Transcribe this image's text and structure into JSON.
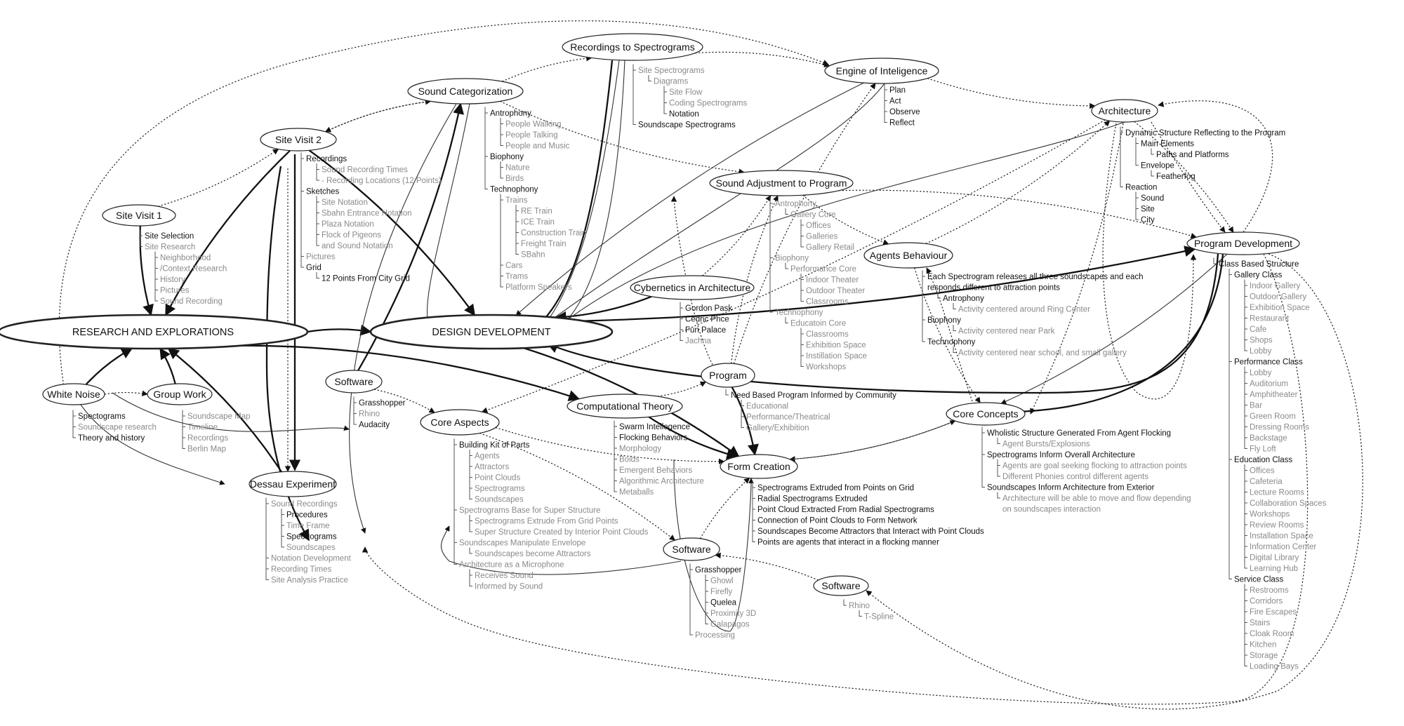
{
  "nodes": {
    "research": "RESEARCH AND EXPLORATIONS",
    "design": "DESIGN DEVELOPMENT",
    "site_visit_1": "Site Visit 1",
    "site_visit_2": "Site Visit 2",
    "sound_categorization": "Sound Categorization",
    "recordings_to_spectrograms": "Recordings to Spectrograms",
    "engine_of_inteligence": "Engine of Inteligence",
    "architecture": "Architecture",
    "sound_adjustment": "Sound Adjustment to Program",
    "agents_behaviour": "Agents Behaviour",
    "program_development": "Program Development",
    "cybernetics": "Cybernetics in Architecture",
    "white_noise": "White Noise",
    "group_work": "Group Work",
    "software_1": "Software",
    "core_aspects": "Core Aspects",
    "computational_theory": "Computational Theory",
    "program": "Program",
    "core_concepts": "Core Concepts",
    "form_creation": "Form Creation",
    "dessau_experiment": "Dessau Experiment",
    "software_2": "Software",
    "software_3": "Software"
  },
  "blocks": {
    "site_visit_1": [
      {
        "t": "Site Selection",
        "c": "dk",
        "d": 0
      },
      {
        "t": "Site Research",
        "c": "gr",
        "d": 0
      },
      {
        "t": "Neighborhood",
        "c": "gr",
        "d": 1
      },
      {
        "t": "/Context Research",
        "c": "gr",
        "d": 1
      },
      {
        "t": "History",
        "c": "gr",
        "d": 1
      },
      {
        "t": "Pictures",
        "c": "gr",
        "d": 1
      },
      {
        "t": "Sound Recording",
        "c": "gr",
        "d": 1
      }
    ],
    "site_visit_2": [
      {
        "t": "Recordings",
        "c": "dk",
        "d": 0
      },
      {
        "t": "Sound Recording Times",
        "c": "gr",
        "d": 1
      },
      {
        "t": "- Recording Locations (12 Points)",
        "c": "gr",
        "d": 1
      },
      {
        "t": "Sketches",
        "c": "dk",
        "d": 0
      },
      {
        "t": "Site Notation",
        "c": "gr",
        "d": 1
      },
      {
        "t": "Sbahn Entrance Notation",
        "c": "gr",
        "d": 1
      },
      {
        "t": "Plaza Notation",
        "c": "gr",
        "d": 1
      },
      {
        "t": "Flock of Pigeons",
        "c": "gr",
        "d": 1
      },
      {
        "t": "and Sound Notation",
        "c": "gr",
        "d": 1
      },
      {
        "t": "Pictures",
        "c": "gr",
        "d": 0
      },
      {
        "t": "Grid",
        "c": "dk",
        "d": 0
      },
      {
        "t": "12 Points From City Grid",
        "c": "dk",
        "d": 1
      }
    ],
    "sound_categorization": [
      {
        "t": "Antrophony",
        "c": "dk",
        "d": 0
      },
      {
        "t": "People Walking",
        "c": "gr",
        "d": 1
      },
      {
        "t": "People Talking",
        "c": "gr",
        "d": 1
      },
      {
        "t": "People and Music",
        "c": "gr",
        "d": 1
      },
      {
        "t": "Biophony",
        "c": "dk",
        "d": 0
      },
      {
        "t": "Nature",
        "c": "gr",
        "d": 1
      },
      {
        "t": "Birds",
        "c": "gr",
        "d": 1
      },
      {
        "t": "Technophony",
        "c": "dk",
        "d": 0
      },
      {
        "t": "Trains",
        "c": "gr",
        "d": 1
      },
      {
        "t": "RE Train",
        "c": "gr",
        "d": 2
      },
      {
        "t": "ICE Train",
        "c": "gr",
        "d": 2
      },
      {
        "t": "Construction Train",
        "c": "gr",
        "d": 2
      },
      {
        "t": "Freight Train",
        "c": "gr",
        "d": 2
      },
      {
        "t": "SBahn",
        "c": "gr",
        "d": 2
      },
      {
        "t": "Cars",
        "c": "gr",
        "d": 1
      },
      {
        "t": "Trams",
        "c": "gr",
        "d": 1
      },
      {
        "t": "Platform Speakers",
        "c": "gr",
        "d": 1
      }
    ],
    "recordings_to_spectrograms": [
      {
        "t": "Site Spectrograms",
        "c": "gr",
        "d": 0
      },
      {
        "t": "Diagrams",
        "c": "gr",
        "d": 1
      },
      {
        "t": "Site Flow",
        "c": "gr",
        "d": 2
      },
      {
        "t": "Coding Spectrograms",
        "c": "gr",
        "d": 2
      },
      {
        "t": "Notation",
        "c": "dk",
        "d": 2
      },
      {
        "t": "Soundscape Spectrograms",
        "c": "dk",
        "d": 0
      }
    ],
    "engine_of_inteligence": [
      {
        "t": "Plan",
        "c": "dk",
        "d": 0
      },
      {
        "t": "Act",
        "c": "dk",
        "d": 0
      },
      {
        "t": "Observe",
        "c": "dk",
        "d": 0
      },
      {
        "t": "Reflect",
        "c": "dk",
        "d": 0
      }
    ],
    "architecture": [
      {
        "t": "Dynamic Structure Reflecting to the Program",
        "c": "dk",
        "d": 0
      },
      {
        "t": "Main Elements",
        "c": "dk",
        "d": 1
      },
      {
        "t": "Paths and Platforms",
        "c": "dk",
        "d": 2
      },
      {
        "t": "Envelope",
        "c": "dk",
        "d": 1
      },
      {
        "t": "Featherfog",
        "c": "dk",
        "d": 2
      },
      {
        "t": "Reaction",
        "c": "dk",
        "d": 0
      },
      {
        "t": "Sound",
        "c": "dk",
        "d": 1
      },
      {
        "t": "Site",
        "c": "dk",
        "d": 1
      },
      {
        "t": "City",
        "c": "dk",
        "d": 1
      }
    ],
    "sound_adjustment": [
      {
        "t": "Antrophony",
        "c": "gr",
        "d": 0
      },
      {
        "t": "Gallery Core",
        "c": "gr",
        "d": 1
      },
      {
        "t": "Offices",
        "c": "gr",
        "d": 2
      },
      {
        "t": "Galleries",
        "c": "gr",
        "d": 2
      },
      {
        "t": "Gallery Retail",
        "c": "gr",
        "d": 2
      },
      {
        "t": "Biophony",
        "c": "gr",
        "d": 0
      },
      {
        "t": "Performance Core",
        "c": "gr",
        "d": 1
      },
      {
        "t": "Indoor Theater",
        "c": "gr",
        "d": 2
      },
      {
        "t": "Outdoor Theater",
        "c": "gr",
        "d": 2
      },
      {
        "t": "Classrooms",
        "c": "gr",
        "d": 2
      },
      {
        "t": "Technophony",
        "c": "gr",
        "d": 0
      },
      {
        "t": "Educatoin Core",
        "c": "gr",
        "d": 1
      },
      {
        "t": "Classrooms",
        "c": "gr",
        "d": 2
      },
      {
        "t": "Exhibition Space",
        "c": "gr",
        "d": 2
      },
      {
        "t": "Instillation Space",
        "c": "gr",
        "d": 2
      },
      {
        "t": "Workshops",
        "c": "gr",
        "d": 2
      }
    ],
    "agents_behaviour": [
      {
        "t": "Each Spectrogram releases all three soundscapes and each",
        "c": "dk",
        "d": 0
      },
      {
        "t": "responds different to attraction points",
        "c": "dk",
        "d": 0,
        "cont": true
      },
      {
        "t": "Antrophony",
        "c": "dk",
        "d": 1
      },
      {
        "t": "Activity centered around Ring Center",
        "c": "gr",
        "d": 2
      },
      {
        "t": "Biophony",
        "c": "dk",
        "d": 0
      },
      {
        "t": "Activity centered near Park",
        "c": "gr",
        "d": 2
      },
      {
        "t": "Technophony",
        "c": "dk",
        "d": 0
      },
      {
        "t": "Activity centered near school, and small gallery",
        "c": "gr",
        "d": 2
      }
    ],
    "program_development": [
      {
        "t": "Class Based Structure",
        "c": "dk",
        "d": 0
      },
      {
        "t": "Gallery Class",
        "c": "dk",
        "d": 1
      },
      {
        "t": "Indoor Gallery",
        "c": "gr",
        "d": 2
      },
      {
        "t": "Outdoor Gallery",
        "c": "gr",
        "d": 2
      },
      {
        "t": "Exhibition Space",
        "c": "gr",
        "d": 2
      },
      {
        "t": "Restaurant",
        "c": "gr",
        "d": 2
      },
      {
        "t": "Cafe",
        "c": "gr",
        "d": 2
      },
      {
        "t": "Shops",
        "c": "gr",
        "d": 2
      },
      {
        "t": "Lobby",
        "c": "gr",
        "d": 2
      },
      {
        "t": "Performance Class",
        "c": "dk",
        "d": 1
      },
      {
        "t": "Lobby",
        "c": "gr",
        "d": 2
      },
      {
        "t": "Auditorium",
        "c": "gr",
        "d": 2
      },
      {
        "t": "Amphitheater",
        "c": "gr",
        "d": 2
      },
      {
        "t": "Bar",
        "c": "gr",
        "d": 2
      },
      {
        "t": "Green Room",
        "c": "gr",
        "d": 2
      },
      {
        "t": "Dressing Rooms",
        "c": "gr",
        "d": 2
      },
      {
        "t": "Backstage",
        "c": "gr",
        "d": 2
      },
      {
        "t": "Fly Loft",
        "c": "gr",
        "d": 2
      },
      {
        "t": "Education Class",
        "c": "dk",
        "d": 1
      },
      {
        "t": "Offices",
        "c": "gr",
        "d": 2
      },
      {
        "t": "Cafeteria",
        "c": "gr",
        "d": 2
      },
      {
        "t": "Lecture Rooms",
        "c": "gr",
        "d": 2
      },
      {
        "t": "Collaboration Spaces",
        "c": "gr",
        "d": 2
      },
      {
        "t": "Workshops",
        "c": "gr",
        "d": 2
      },
      {
        "t": "Review Rooms",
        "c": "gr",
        "d": 2
      },
      {
        "t": "Installation Space",
        "c": "gr",
        "d": 2
      },
      {
        "t": "Information Center",
        "c": "gr",
        "d": 2
      },
      {
        "t": "Digital Library",
        "c": "gr",
        "d": 2
      },
      {
        "t": "Learning Hub",
        "c": "gr",
        "d": 2
      },
      {
        "t": "Service Class",
        "c": "dk",
        "d": 1
      },
      {
        "t": "Restrooms",
        "c": "gr",
        "d": 2
      },
      {
        "t": "Corridors",
        "c": "gr",
        "d": 2
      },
      {
        "t": "Fire Escapes",
        "c": "gr",
        "d": 2
      },
      {
        "t": "Stairs",
        "c": "gr",
        "d": 2
      },
      {
        "t": "Cloak Room",
        "c": "gr",
        "d": 2
      },
      {
        "t": "Kitchen",
        "c": "gr",
        "d": 2
      },
      {
        "t": "Storage",
        "c": "gr",
        "d": 2
      },
      {
        "t": "Loading Bays",
        "c": "gr",
        "d": 2
      }
    ],
    "cybernetics": [
      {
        "t": "Gordon Pask",
        "c": "dk",
        "d": 0
      },
      {
        "t": "Cedric Price",
        "c": "dk",
        "d": 0
      },
      {
        "t": "Fun Palace",
        "c": "dk",
        "d": 0
      },
      {
        "t": "Jachna",
        "c": "gr",
        "d": 0
      }
    ],
    "white_noise": [
      {
        "t": "Spectograms",
        "c": "dk",
        "d": 0
      },
      {
        "t": "Soundscape research",
        "c": "gr",
        "d": 0
      },
      {
        "t": "Theory and history",
        "c": "dk",
        "d": 0
      }
    ],
    "group_work": [
      {
        "t": "Soundscape Map",
        "c": "gr",
        "d": 0
      },
      {
        "t": "Timeline",
        "c": "gr",
        "d": 0
      },
      {
        "t": "Recordings",
        "c": "gr",
        "d": 0
      },
      {
        "t": "Berlin Map",
        "c": "gr",
        "d": 0
      }
    ],
    "software_1": [
      {
        "t": "Grasshopper",
        "c": "dk",
        "d": 0
      },
      {
        "t": "Rhino",
        "c": "gr",
        "d": 0
      },
      {
        "t": "Audacity",
        "c": "dk",
        "d": 0
      }
    ],
    "program": [
      {
        "t": "Need Based Program Informed by Community",
        "c": "dk",
        "d": 0
      },
      {
        "t": "Educational",
        "c": "gr",
        "d": 1
      },
      {
        "t": "Performance/Theatrical",
        "c": "gr",
        "d": 1
      },
      {
        "t": "Gallery/Exhibition",
        "c": "gr",
        "d": 1
      }
    ],
    "core_concepts": [
      {
        "t": "Wholistic Structure Generated From Agent Flocking",
        "c": "dk",
        "d": 0
      },
      {
        "t": "Agent Bursts/Explosions",
        "c": "gr",
        "d": 1
      },
      {
        "t": "Spectrograms Inform Overall Architecture",
        "c": "dk",
        "d": 0
      },
      {
        "t": "Agents are goal seeking flocking to attraction points",
        "c": "gr",
        "d": 1
      },
      {
        "t": "Different Phonies control different agents",
        "c": "gr",
        "d": 1
      },
      {
        "t": "Soundscapes Inform Architecture from Exterior",
        "c": "dk",
        "d": 0
      },
      {
        "t": "Architecture will be able to move and flow depending",
        "c": "gr",
        "d": 1
      },
      {
        "t": "on soundscapes interaction",
        "c": "gr",
        "d": 1,
        "cont": true
      }
    ],
    "computational_theory": [
      {
        "t": "Swarm Intellegence",
        "c": "dk",
        "d": 0
      },
      {
        "t": "Flocking Behaviors",
        "c": "dk",
        "d": 0
      },
      {
        "t": "Morphology",
        "c": "gr",
        "d": 0
      },
      {
        "t": "Boids",
        "c": "gr",
        "d": 0
      },
      {
        "t": "Emergent Behaviors",
        "c": "gr",
        "d": 0
      },
      {
        "t": "Algorithmic Architecture",
        "c": "gr",
        "d": 0
      },
      {
        "t": "Metaballs",
        "c": "gr",
        "d": 0
      }
    ],
    "core_aspects": [
      {
        "t": "Building Kit of Parts",
        "c": "dk",
        "d": 0
      },
      {
        "t": "Agents",
        "c": "gr",
        "d": 1
      },
      {
        "t": "Attractors",
        "c": "gr",
        "d": 1
      },
      {
        "t": "Point Clouds",
        "c": "gr",
        "d": 1
      },
      {
        "t": "Spectrograms",
        "c": "gr",
        "d": 1
      },
      {
        "t": "Soundscapes",
        "c": "gr",
        "d": 1
      },
      {
        "t": "Spectrograms Base for Super Structure",
        "c": "gr",
        "d": 0
      },
      {
        "t": "Spectrograms Extrude From Grid Points",
        "c": "gr",
        "d": 1
      },
      {
        "t": "Super Structure Created by Interior Point Clouds",
        "c": "gr",
        "d": 1
      },
      {
        "t": "Soundscapes Manipulate Envelope",
        "c": "gr",
        "d": 0
      },
      {
        "t": "Soundscapes become Attractors",
        "c": "gr",
        "d": 1
      },
      {
        "t": "Architecture as a Microphone",
        "c": "gr",
        "d": 0
      },
      {
        "t": "Receives Sound",
        "c": "gr",
        "d": 1
      },
      {
        "t": "Informed by Sound",
        "c": "gr",
        "d": 1
      }
    ],
    "form_creation": [
      {
        "t": "Spectrograms Extruded from Points on Grid",
        "c": "dk",
        "d": 0
      },
      {
        "t": "Radial Spectrograms Extruded",
        "c": "dk",
        "d": 0
      },
      {
        "t": "Point Cloud Extracted From Radial Spectrograms",
        "c": "dk",
        "d": 0
      },
      {
        "t": "Connection of Point Clouds to Form Network",
        "c": "dk",
        "d": 0
      },
      {
        "t": "Soundscapes Become Attractors that Interact with Point Clouds",
        "c": "dk",
        "d": 0
      },
      {
        "t": "Points are agents that interact in a flocking manner",
        "c": "dk",
        "d": 0
      }
    ],
    "dessau_experiment": [
      {
        "t": "Sound Recordings",
        "c": "gr",
        "d": 0
      },
      {
        "t": "Procedures",
        "c": "dk",
        "d": 1
      },
      {
        "t": "Time Frame",
        "c": "gr",
        "d": 1
      },
      {
        "t": "Spectrograms",
        "c": "dk",
        "d": 1
      },
      {
        "t": "Soundscapes",
        "c": "gr",
        "d": 1
      },
      {
        "t": "Notation Development",
        "c": "gr",
        "d": 0
      },
      {
        "t": "Recording Times",
        "c": "gr",
        "d": 0
      },
      {
        "t": "Site Analysis Practice",
        "c": "gr",
        "d": 0
      }
    ],
    "software_2": [
      {
        "t": "Grasshopper",
        "c": "dk",
        "d": 0
      },
      {
        "t": "Ghowl",
        "c": "gr",
        "d": 1
      },
      {
        "t": "Firefly",
        "c": "gr",
        "d": 1
      },
      {
        "t": "Quelea",
        "c": "dk",
        "d": 1
      },
      {
        "t": "Proximity 3D",
        "c": "gr",
        "d": 1
      },
      {
        "t": "Galapagos",
        "c": "gr",
        "d": 1
      },
      {
        "t": "Processing",
        "c": "gr",
        "d": 0
      }
    ],
    "software_3": [
      {
        "t": "Rhino",
        "c": "gr",
        "d": 0
      },
      {
        "t": "T-Spline",
        "c": "gr",
        "d": 1
      }
    ]
  }
}
